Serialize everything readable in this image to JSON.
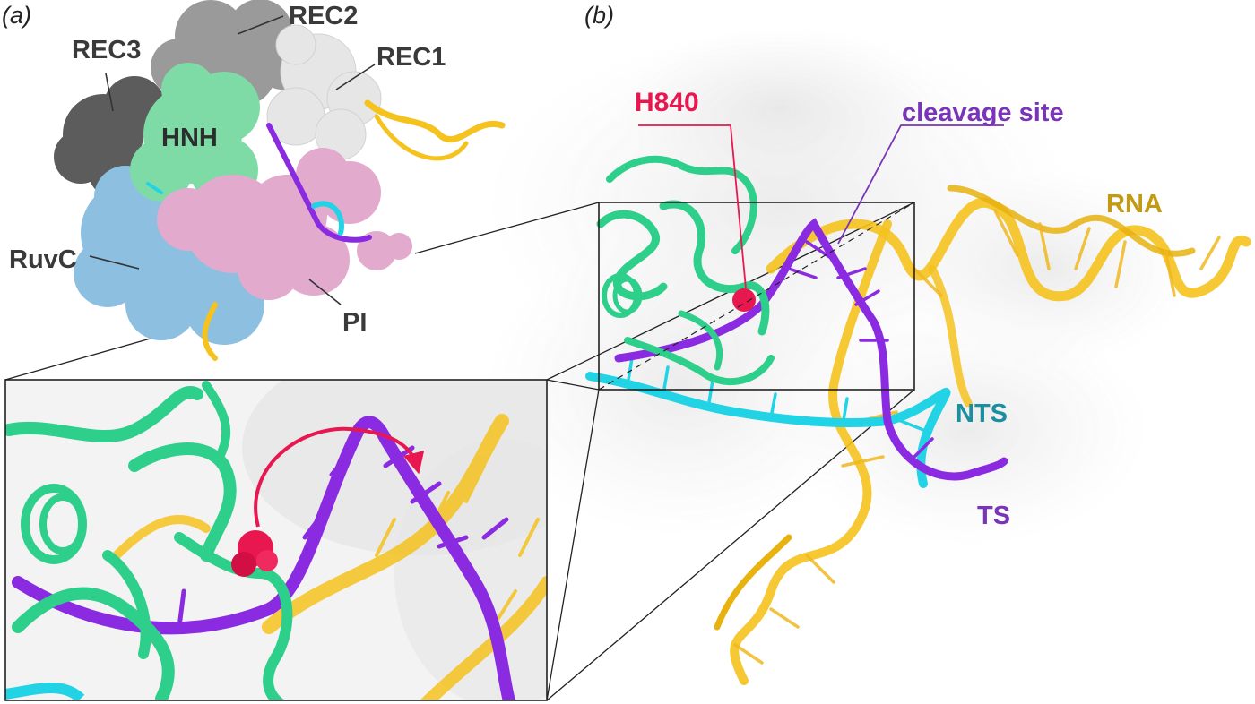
{
  "panels": {
    "a": "(a)",
    "b": "(b)"
  },
  "domains": {
    "rec3": "REC3",
    "rec2": "REC2",
    "rec1": "REC1",
    "hnh": "HNH",
    "ruvc": "RuvC",
    "pi": "PI"
  },
  "annotations": {
    "h840": "H840",
    "cleavage_site": "cleavage site",
    "rna": "RNA",
    "nts": "NTS",
    "ts": "TS"
  },
  "colors": {
    "hnh": "#2ecf8a",
    "ruvc": "#8cbfe0",
    "pi": "#e2aacd",
    "rec1": "#e6e6e6",
    "rec2": "#9a9a9a",
    "rec3": "#5c5c5c",
    "rna": "#f5c21e",
    "ts": "#8a2be2",
    "nts": "#22d3e6",
    "h840": "#e8174f",
    "cleavage_label": "#7a34b8",
    "rna_label": "#c49a12",
    "nts_label": "#1a8fa0",
    "ts_label": "#7a34b8"
  }
}
